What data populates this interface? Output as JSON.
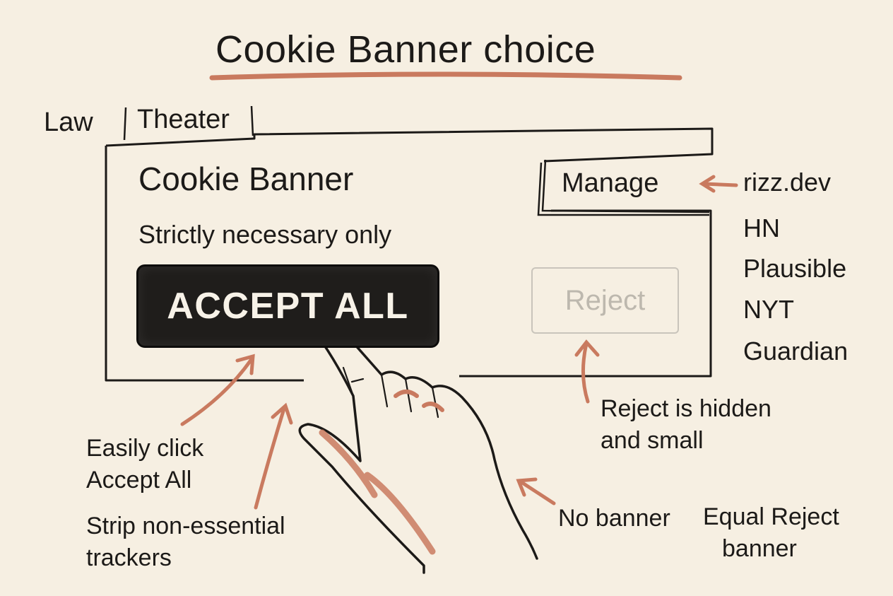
{
  "title": "Cookie Banner choice",
  "tabs": [
    {
      "label": "Law"
    },
    {
      "label": "Theater"
    }
  ],
  "banner": {
    "heading": "Cookie Banner",
    "subtitle": "Strictly necessary only",
    "accept_label": "ACCEPT ALL",
    "reject_label": "Reject",
    "manage_label": "Manage"
  },
  "sites": [
    "rizz.dev",
    "HN",
    "Plausible",
    "NYT",
    "Guardian"
  ],
  "annotations": {
    "accept_note": [
      "Easily click",
      "Accept All"
    ],
    "strip_note": [
      "Strip non-essential",
      "trackers"
    ],
    "reject_note": [
      "Reject is hidden",
      "and small"
    ],
    "no_banner": "No banner",
    "equal_reject": [
      "Equal Reject",
      "banner"
    ]
  },
  "colors": {
    "paper": "#f6efe2",
    "ink": "#1c1a18",
    "accent": "#c97a5f",
    "button_dark": "#1f1d1b",
    "faded": "#bdb8ae"
  }
}
